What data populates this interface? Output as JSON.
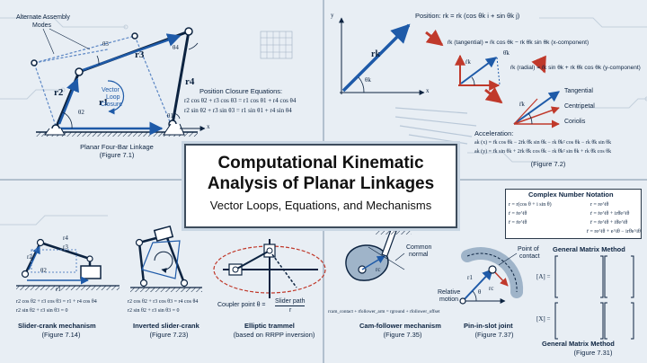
{
  "title": {
    "line1": "Computational Kinematic",
    "line2": "Analysis of Planar Linkages",
    "subtitle": "Vector Loops, Equations, and Mechanisms"
  },
  "fourbar": {
    "alt_modes": "Alternate Assembly",
    "alt_modes2": "Modes",
    "r1": "r1",
    "r2": "r2",
    "r3": "r3",
    "r4": "r4",
    "theta2": "θ2",
    "theta3": "θ3",
    "theta4": "θ4",
    "theta1": "θ1",
    "x_axis": "x",
    "vector_loop": "Vector",
    "vector_loop2": "Loop",
    "vector_loop3": "Closure",
    "eq_title": "Position Closure Equations:",
    "eq1": "r2 cos θ2 + r3 cos θ3 = r1 cos θ1 + r4 cos θ4",
    "eq2": "r2 sin θ2 + r3 sin θ3 = r1 sin θ1 + r4 sin θ4",
    "caption": "Planar Four-Bar Linkage",
    "fig": "(Figure 7.1)"
  },
  "kinematics": {
    "y_axis": "y",
    "x_axis": "x",
    "rk": "rk",
    "thetak": "θk",
    "position": "Position: rk = rk (cos θk i + sin θk j)",
    "tangential": "ṙk (tangential) = ṙk cos θk − rk θ̇k sin θk (x-component)",
    "radial": "ṙk (radial) = ṙk sin θk + rk θ̇k cos θk (y-component)",
    "theta_dot": "θ̇k",
    "rdot": "ṙk",
    "rdd": "r̈k",
    "lbl_tangential": "Tangential",
    "lbl_centripetal": "Centripetal",
    "lbl_coriolis": "Coriolis",
    "accel_title": "Acceleration:",
    "accel_x": "ak (x) = r̈k cos θk − 2ṙk θ̇k sin θk − rk θ̇k² cos θk − rk θ̈k sin θk",
    "accel_y": "ak (y) = r̈k sin θk + 2ṙk θ̇k cos θk − rk θ̇k² sin θk + rk θ̈k cos θk",
    "fig": "(Figure 7.2)"
  },
  "complex": {
    "title": "Complex Number Notation",
    "l1": "r = r(cos θ + i sin θ)",
    "l1b": "r = re^iθ",
    "l2": "ṙ = ṙe^iθ",
    "l2b": "ṙ = ṙe^iθ + irθ̇e^iθ",
    "l3": "r̈ = r̈e^iθ",
    "l3b": "r̈ = r̈e^iθ + iθ̇e^iθ",
    "l4b": "r̈ = re^iθ + e^iθ − irθ̇e^iθ"
  },
  "slider": {
    "r2": "r2",
    "r3": "r3",
    "r4": "r4",
    "r1": "r1",
    "theta2": "θ2",
    "eq1": "r2 cos θ2 + r3 cos θ3 = r1 + r4 cos θ4",
    "eq2": "r2 sin θ2 + r3 sin θ3 = 0",
    "caption": "Slider-crank mechanism",
    "fig": "(Figure 7.14)"
  },
  "inverted": {
    "eq1": "r2 cos θ2 + r3 cos θ3 = r4 cos θ4",
    "eq2": "r2 sin θ2 + r3 sin θ3 = 0",
    "caption": "Inverted slider-crank",
    "fig": "(Figure 7.23)"
  },
  "elliptic": {
    "coupler": "Coupler point θ =",
    "slider_path": "Slider path",
    "r": "r",
    "caption": "Elliptic trammel",
    "fig": "(based on RRPP inversion)"
  },
  "cam": {
    "common_normal": "Common",
    "common_normal2": "normal",
    "rc": "rc",
    "eq": "rcam_contact + rfollower_arm = rground + rfollower_offset",
    "caption": "Cam-follower mechanism",
    "fig": "(Figure 7.35)"
  },
  "pin": {
    "point_contact": "Point of",
    "point_contact2": "contact",
    "r1": "r1",
    "theta": "θ",
    "rc": "rc",
    "relative": "Relative",
    "relative2": "motion",
    "caption": "Pin-in-slot joint",
    "fig": "(Figure 7.37)"
  },
  "matrix": {
    "title": "General Matrix Method",
    "A_label": "[A] =",
    "X_label": "[X] =",
    "caption": "General Matrix Method",
    "fig": "(Figure 7.31)"
  }
}
